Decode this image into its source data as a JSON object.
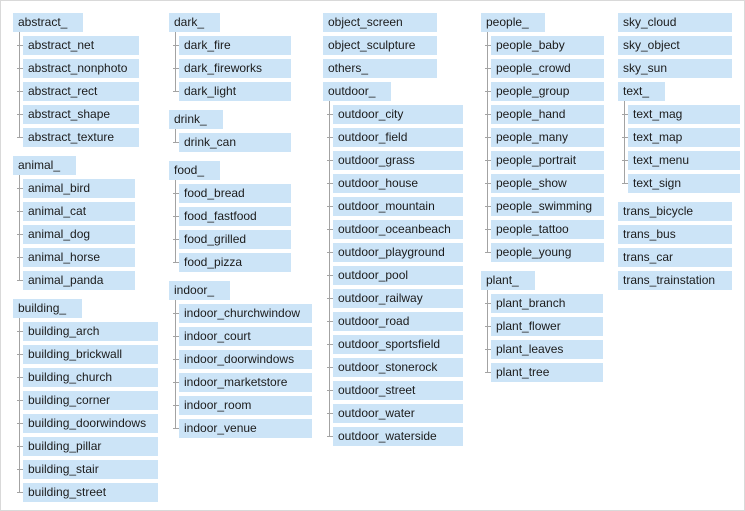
{
  "style": {
    "node_fill": "#cce4f7",
    "node_text_color": "#1b1b1b",
    "connector_color": "#a3a3a3",
    "page_border_color": "#d9d9d9"
  },
  "columns": [
    {
      "groups": [
        {
          "parent": "abstract_",
          "children": [
            "abstract_net",
            "abstract_nonphoto",
            "abstract_rect",
            "abstract_shape",
            "abstract_texture"
          ]
        },
        {
          "parent": "animal_",
          "children": [
            "animal_bird",
            "animal_cat",
            "animal_dog",
            "animal_horse",
            "animal_panda"
          ]
        },
        {
          "parent": "building_",
          "children": [
            "building_arch",
            "building_brickwall",
            "building_church",
            "building_corner",
            "building_doorwindows",
            "building_pillar",
            "building_stair",
            "building_street"
          ]
        }
      ]
    },
    {
      "groups": [
        {
          "parent": "dark_",
          "children": [
            "dark_fire",
            "dark_fireworks",
            "dark_light"
          ]
        },
        {
          "parent": "drink_",
          "children": [
            "drink_can"
          ]
        },
        {
          "parent": "food_",
          "children": [
            "food_bread",
            "food_fastfood",
            "food_grilled",
            "food_pizza"
          ]
        },
        {
          "parent": "indoor_",
          "children": [
            "indoor_churchwindow",
            "indoor_court",
            "indoor_doorwindows",
            "indoor_marketstore",
            "indoor_room",
            "indoor_venue"
          ]
        }
      ]
    },
    {
      "groups": [
        {
          "leaf": "object_screen"
        },
        {
          "leaf": "object_sculpture"
        },
        {
          "leaf": "others_"
        },
        {
          "parent": "outdoor_",
          "children": [
            "outdoor_city",
            "outdoor_field",
            "outdoor_grass",
            "outdoor_house",
            "outdoor_mountain",
            "outdoor_oceanbeach",
            "outdoor_playground",
            "outdoor_pool",
            "outdoor_railway",
            "outdoor_road",
            "outdoor_sportsfield",
            "outdoor_stonerock",
            "outdoor_street",
            "outdoor_water",
            "outdoor_waterside"
          ]
        }
      ]
    },
    {
      "groups": [
        {
          "parent": "people_",
          "children": [
            "people_baby",
            "people_crowd",
            "people_group",
            "people_hand",
            "people_many",
            "people_portrait",
            "people_show",
            "people_swimming",
            "people_tattoo",
            "people_young"
          ]
        },
        {
          "parent": "plant_",
          "children": [
            "plant_branch",
            "plant_flower",
            "plant_leaves",
            "plant_tree"
          ]
        }
      ]
    },
    {
      "groups": [
        {
          "leaf": "sky_cloud"
        },
        {
          "leaf": "sky_object"
        },
        {
          "leaf": "sky_sun"
        },
        {
          "parent": "text_",
          "children": [
            "text_mag",
            "text_map",
            "text_menu",
            "text_sign"
          ]
        },
        {
          "leaf": "trans_bicycle"
        },
        {
          "leaf": "trans_bus"
        },
        {
          "leaf": "trans_car"
        },
        {
          "leaf": "trans_trainstation"
        }
      ]
    }
  ]
}
